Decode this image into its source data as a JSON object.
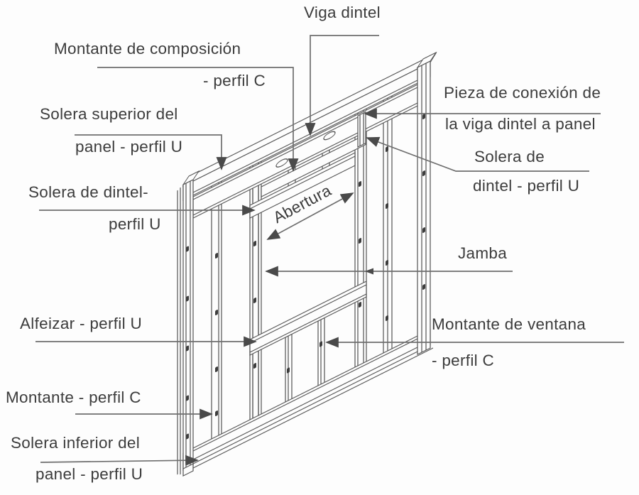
{
  "diagram": {
    "subject": "steel-frame-wall-panel-with-window-opening",
    "colors": {
      "background": "#fdfdfd",
      "frame_line": "#585858",
      "leader_line": "#6e6e6e",
      "arrowhead": "#4a4a4a",
      "text": "#3c3c3c"
    },
    "labels": {
      "viga_dintel": {
        "lines": [
          "Viga dintel"
        ]
      },
      "montante_composicion": {
        "lines": [
          "Montante de composición",
          "- perfil C"
        ]
      },
      "solera_superior": {
        "lines": [
          "Solera superior del",
          "panel - perfil U"
        ]
      },
      "solera_dintel_izq": {
        "lines": [
          "Solera de dintel-",
          "perfil U"
        ]
      },
      "alfeizar": {
        "lines": [
          "Alfeizar - perfil U"
        ]
      },
      "montante": {
        "lines": [
          "Montante - perfil C"
        ]
      },
      "solera_inferior": {
        "lines": [
          "Solera inferior del",
          "panel - perfil U"
        ]
      },
      "pieza_conexion": {
        "lines": [
          "Pieza de conexión de",
          "la viga dintel a panel"
        ]
      },
      "solera_dintel_der": {
        "lines": [
          "Solera de",
          "dintel - perfil U"
        ]
      },
      "jamba": {
        "lines": [
          "Jamba"
        ]
      },
      "montante_ventana": {
        "lines": [
          "Montante de ventana",
          "- perfil C"
        ]
      },
      "abertura": {
        "lines": [
          "Abertura"
        ]
      }
    }
  }
}
